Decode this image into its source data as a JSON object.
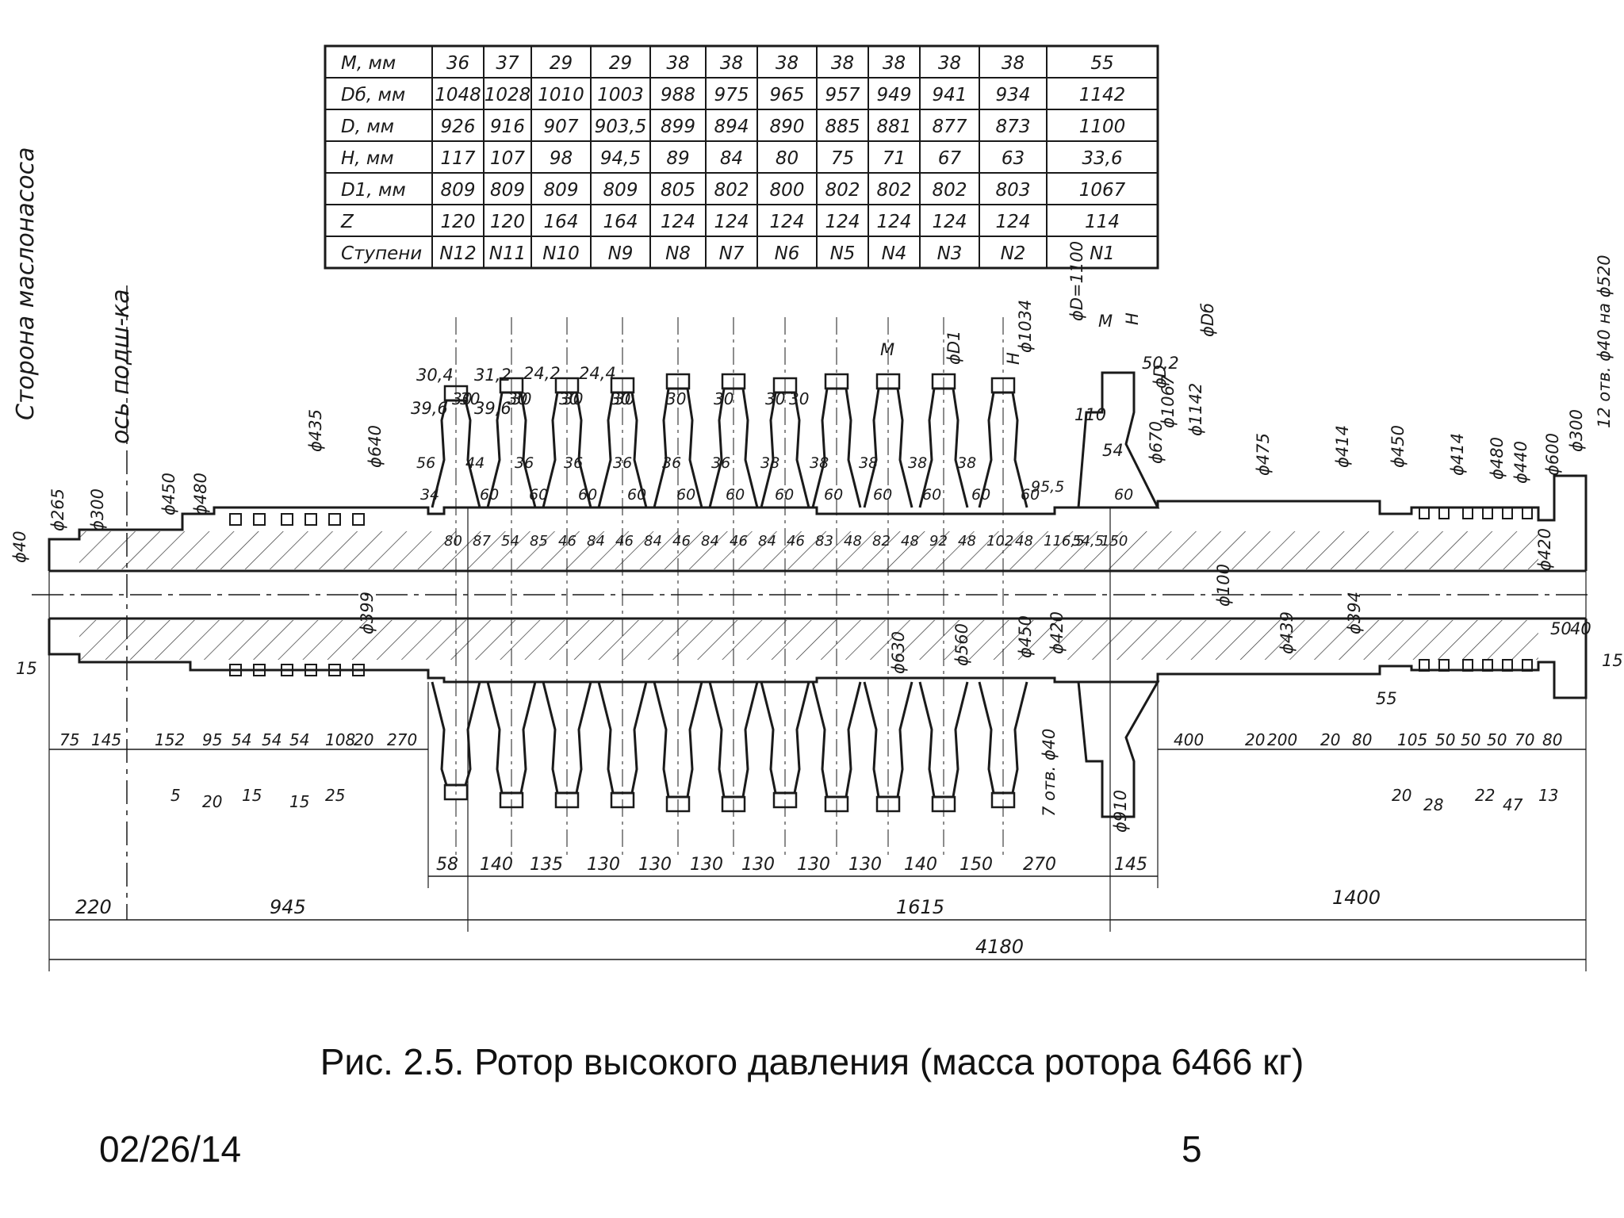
{
  "stage_table": {
    "rows": [
      {
        "label": "M, мм",
        "values": [
          "36",
          "37",
          "29",
          "29",
          "38",
          "38",
          "38",
          "38",
          "38",
          "38",
          "38",
          "55"
        ]
      },
      {
        "label": "Dб, мм",
        "values": [
          "1048",
          "1028",
          "1010",
          "1003",
          "988",
          "975",
          "965",
          "957",
          "949",
          "941",
          "934",
          "1142"
        ]
      },
      {
        "label": "D, мм",
        "values": [
          "926",
          "916",
          "907",
          "903,5",
          "899",
          "894",
          "890",
          "885",
          "881",
          "877",
          "873",
          "1100"
        ]
      },
      {
        "label": "H, мм",
        "values": [
          "117",
          "107",
          "98",
          "94,5",
          "89",
          "84",
          "80",
          "75",
          "71",
          "67",
          "63",
          "33,6"
        ]
      },
      {
        "label": "D1, мм",
        "values": [
          "809",
          "809",
          "809",
          "809",
          "805",
          "802",
          "800",
          "802",
          "802",
          "802",
          "803",
          "1067"
        ]
      },
      {
        "label": "Z",
        "values": [
          "120",
          "120",
          "164",
          "164",
          "124",
          "124",
          "124",
          "124",
          "124",
          "124",
          "124",
          "114"
        ]
      },
      {
        "label": "Ступени",
        "values": [
          "N12",
          "N11",
          "N10",
          "N9",
          "N8",
          "N7",
          "N6",
          "N5",
          "N4",
          "N3",
          "N2",
          "N1"
        ]
      }
    ]
  },
  "side_labels": {
    "oil_pump_side": "Сторона маслонасоса",
    "bearing_axis": "ось подш-ка"
  },
  "annotations": {
    "top_dims": [
      "30,4",
      "31,2",
      "24,2",
      "24,4",
      "39,6",
      "39,6",
      "M",
      "ϕD1",
      "ϕ1034",
      "ϕD=1100",
      "M",
      "H",
      "ϕDб",
      "50,2",
      "ϕ1067",
      "ϕ1142",
      "ϕ670",
      "110",
      "54",
      "H",
      "ϕD",
      "ϕ640",
      "ϕ435",
      "ϕ450",
      "ϕ480",
      "ϕ300",
      "ϕ265",
      "ϕ40",
      "ϕ475",
      "ϕ414",
      "ϕ450",
      "ϕ414",
      "ϕ480",
      "ϕ440",
      "ϕ600",
      "ϕ300",
      "12 отв. ϕ40 на ϕ520"
    ],
    "blade_widths": [
      "30",
      "30",
      "30",
      "30",
      "30",
      "30",
      "30",
      "30",
      "30",
      "30",
      "30",
      "30"
    ],
    "stage_small": [
      "56",
      "44",
      "36",
      "36",
      "36",
      "36",
      "36",
      "38",
      "38",
      "38",
      "38",
      "38",
      "34",
      "60",
      "60",
      "60",
      "60",
      "60",
      "60",
      "60",
      "60",
      "60",
      "60",
      "60",
      "60",
      "95,5",
      "60"
    ],
    "row_dims": [
      "80",
      "87",
      "54",
      "85",
      "46",
      "84",
      "46",
      "84",
      "46",
      "84",
      "46",
      "84",
      "46",
      "83",
      "48",
      "82",
      "48",
      "92",
      "48",
      "102",
      "48",
      "116,5",
      "54,5",
      "150"
    ],
    "inner_dims": [
      "ϕ100",
      "ϕ399",
      "ϕ630",
      "ϕ560",
      "ϕ450",
      "ϕ420",
      "ϕ439",
      "ϕ394",
      "ϕ420",
      "7 отв. ϕ40",
      "ϕ910",
      "15",
      "15",
      "50",
      "40",
      "55"
    ],
    "bottom_left_dims": [
      "75",
      "145",
      "152",
      "95",
      "54",
      "54",
      "54",
      "108",
      "20",
      "270"
    ],
    "bottom_left_small": [
      "5",
      "20",
      "15",
      "15",
      "25"
    ],
    "bottom_right_dims": [
      "400",
      "20",
      "200",
      "20",
      "80",
      "105",
      "50",
      "50",
      "50",
      "70",
      "80"
    ],
    "bottom_right_small": [
      "20",
      "28",
      "22",
      "47",
      "13"
    ],
    "stage_spacing": [
      "58",
      "140",
      "135",
      "130",
      "130",
      "130",
      "130",
      "130",
      "130",
      "140",
      "150",
      "270",
      "145"
    ],
    "overall": {
      "seg1": "220",
      "seg2": "945",
      "seg3": "1615",
      "seg4": "1400",
      "total": "4180"
    }
  },
  "caption": "Рис. 2.5. Ротор высокого давления (масса ротора 6466 кг)",
  "footer": {
    "date": "02/26/14",
    "page": "5"
  }
}
